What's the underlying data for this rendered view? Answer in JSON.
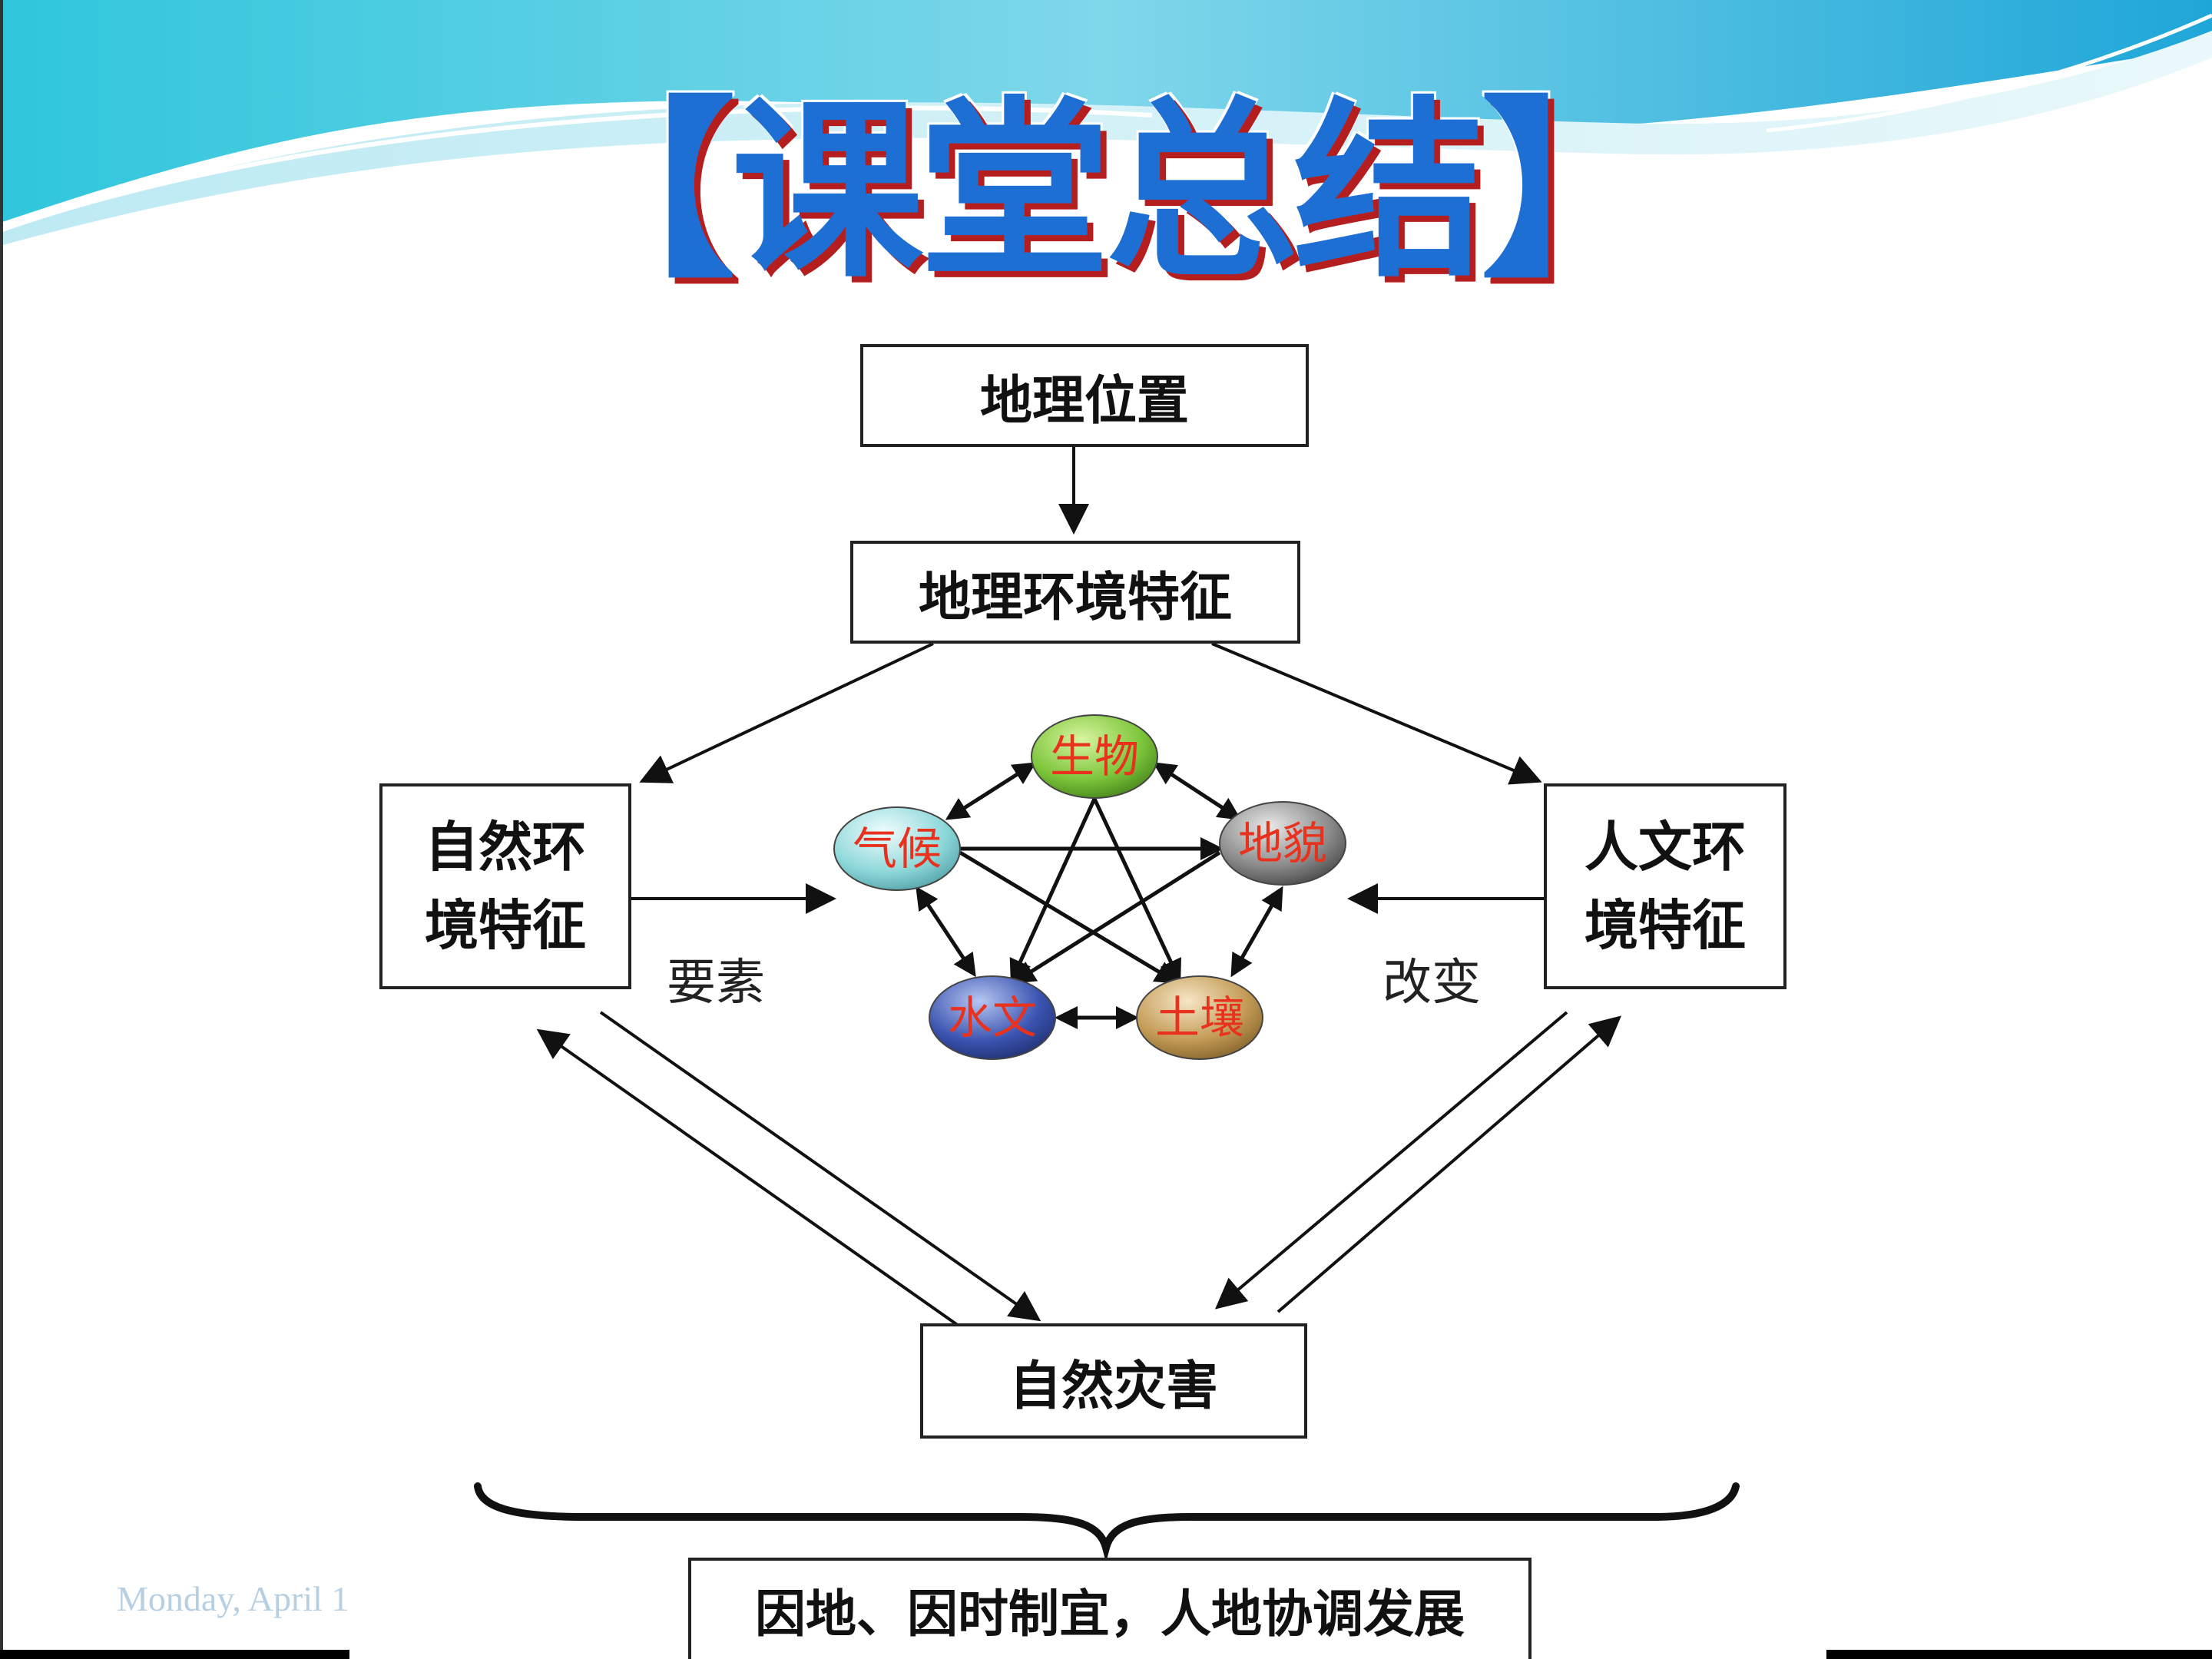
{
  "title": "【课堂总结】",
  "boxes": {
    "location": "地理位置",
    "environment": "地理环境特征",
    "natural_line1": "自然环",
    "natural_line2": "境特征",
    "human_line1": "人文环",
    "human_line2": "境特征",
    "hazard": "自然灾害",
    "conclusion": "因地、因时制宜，人地协调发展"
  },
  "labels": {
    "elements": "要素",
    "change": "改变"
  },
  "elements": {
    "biology": "生物",
    "climate": "气候",
    "landform": "地貌",
    "hydrology": "水文",
    "soil": "土壤"
  },
  "footer": {
    "date": "Monday, April 1"
  },
  "colors": {
    "title": "#1e6fd4",
    "title_shadow": "#b51e1e",
    "node_text": "#e8321e",
    "biology": "#7cc53a",
    "climate": "#8ed8da",
    "landform": "#777777",
    "hydrology": "#3a54b0",
    "soil": "#c29a55"
  }
}
